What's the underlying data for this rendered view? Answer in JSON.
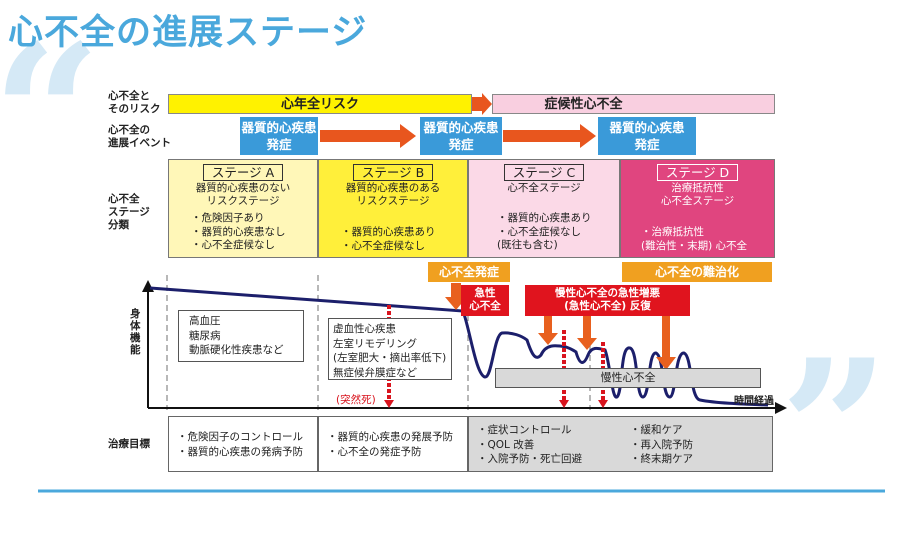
{
  "title": "心不全の進展ステージ",
  "row_labels": {
    "risk": [
      "心不全と",
      "そのリスク"
    ],
    "event": [
      "心不全の",
      "進展イベント"
    ],
    "stage": [
      "心不全",
      "ステージ",
      "分類"
    ],
    "function": "身体機能",
    "time": "時間経過",
    "treatment": "治療目標"
  },
  "bars": {
    "risk": "心年全リスク",
    "symptomatic": "症候性心不全"
  },
  "events": [
    [
      "器質的心疾患",
      "発症"
    ],
    [
      "器質的心疾患",
      "発症"
    ],
    [
      "器質的心疾患",
      "発症"
    ]
  ],
  "stages": [
    {
      "title": "ステージ A",
      "sub": [
        "器質的心疾患のない",
        "リスクステージ"
      ],
      "bullets": [
        "・危険因子あり",
        "・器質的心疾患なし",
        "・心不全症候なし"
      ]
    },
    {
      "title": "ステージ B",
      "sub": [
        "器質的心疾患のある",
        "リスクステージ"
      ],
      "bullets": [
        "・器質的心疾患あり",
        "・心不全症候なし"
      ]
    },
    {
      "title": "ステージ C",
      "sub": [
        "心不全ステージ"
      ],
      "bullets": [
        "・器質的心疾患あり",
        "・心不全症候なし",
        "(既往も含む)"
      ]
    },
    {
      "title": "ステージ D",
      "sub": [
        "治療抵抗性",
        "心不全ステージ"
      ],
      "bullets": [
        "・治療抵抗性",
        "(難治性・末期) 心不全"
      ]
    }
  ],
  "labels": {
    "onset": "心不全発症",
    "refractory": "心不全の難治化",
    "acute": [
      "急性",
      "心不全"
    ],
    "exacerbation": [
      "慢性心不全の急性増悪",
      "(急性心不全) 反復"
    ],
    "chronic": "慢性心不全",
    "sudden_death": "(突然死)"
  },
  "disease_boxes": {
    "a": [
      "高血圧",
      "糖尿病",
      "動脈硬化性疾患など"
    ],
    "b": [
      "虚血性心疾患",
      "左室リモデリング",
      "(左室肥大・摘出率低下)",
      "無症候弁膜症など"
    ]
  },
  "treatment": {
    "a": [
      "・危険因子のコントロール",
      "・器質的心疾患の発病予防"
    ],
    "b": [
      "・器質的心疾患の発展予防",
      "・心不全の発症予防"
    ],
    "c1": [
      "・症状コントロール",
      "・QOL 改善",
      "・入院予防・死亡回避"
    ],
    "c2": [
      "・緩和ケア",
      "・再入院予防",
      "・終末期ケア"
    ]
  },
  "colors": {
    "title": "#4aa8dc",
    "event": "#3a9ad9",
    "yellow": "#ffee33",
    "pink": "#fbd7e6",
    "magenta": "#e0457f",
    "orange": "#f0a020",
    "red": "#e0141e"
  }
}
